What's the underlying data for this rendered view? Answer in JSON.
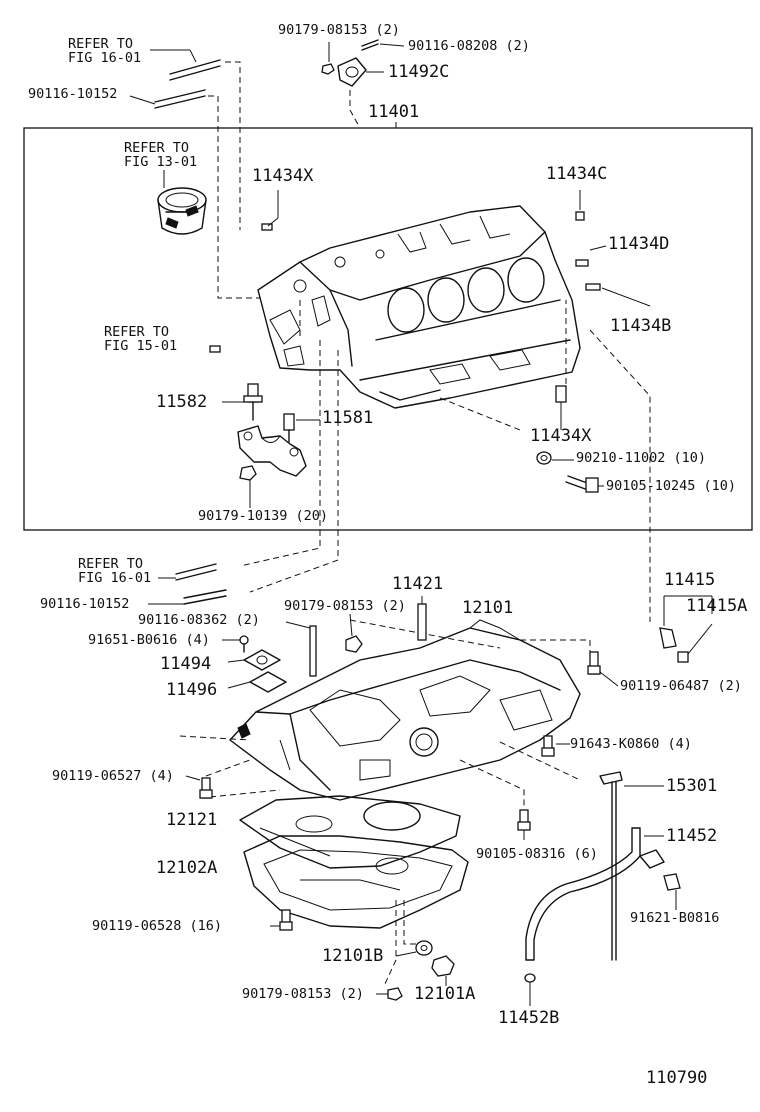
{
  "diagram_id": "110790",
  "labels": {
    "refer_16_01_top_a": "REFER TO",
    "refer_16_01_top_b": "FIG 16-01",
    "p90116_10152_top": "90116-10152",
    "p90179_08153_2_top": "90179-08153 (2)",
    "p90116_08208_2": "90116-08208 (2)",
    "p11492c": "11492C",
    "p11401": "11401",
    "refer_13_01_a": "REFER TO",
    "refer_13_01_b": "FIG 13-01",
    "p11434x_top": "11434X",
    "p11434c": "11434C",
    "p11434d": "11434D",
    "p11434b": "11434B",
    "refer_15_01_a": "REFER TO",
    "refer_15_01_b": "FIG 15-01",
    "p11582": "11582",
    "p11581": "11581",
    "p11434x_mid": "11434X",
    "p90210_11002_10": "90210-11002 (10)",
    "p90105_10245_10": "90105-10245 (10)",
    "p90179_10139_20": "90179-10139 (20)",
    "refer_16_01_mid_a": "REFER TO",
    "refer_16_01_mid_b": "FIG 16-01",
    "p90116_10152_mid": "90116-10152",
    "p11421": "11421",
    "p12101": "12101",
    "p11415": "11415",
    "p11415a": "11415A",
    "p90116_08362_2": "90116-08362 (2)",
    "p90179_08153_2_mid": "90179-08153 (2)",
    "p91651_b0616_4": "91651-B0616 (4)",
    "p11494": "11494",
    "p11496": "11496",
    "p90119_06487_2": "90119-06487 (2)",
    "p91643_k0860_4": "91643-K0860 (4)",
    "p90119_06527_4": "90119-06527 (4)",
    "p15301": "15301",
    "p12121": "12121",
    "p11452": "11452",
    "p90105_08316_6": "90105-08316 (6)",
    "p12102a": "12102A",
    "p91621_b0816": "91621-B0816",
    "p90119_06528_16": "90119-06528 (16)",
    "p12101b": "12101B",
    "p90179_08153_2_bot": "90179-08153 (2)",
    "p12101a": "12101A",
    "p11452b": "11452B"
  }
}
